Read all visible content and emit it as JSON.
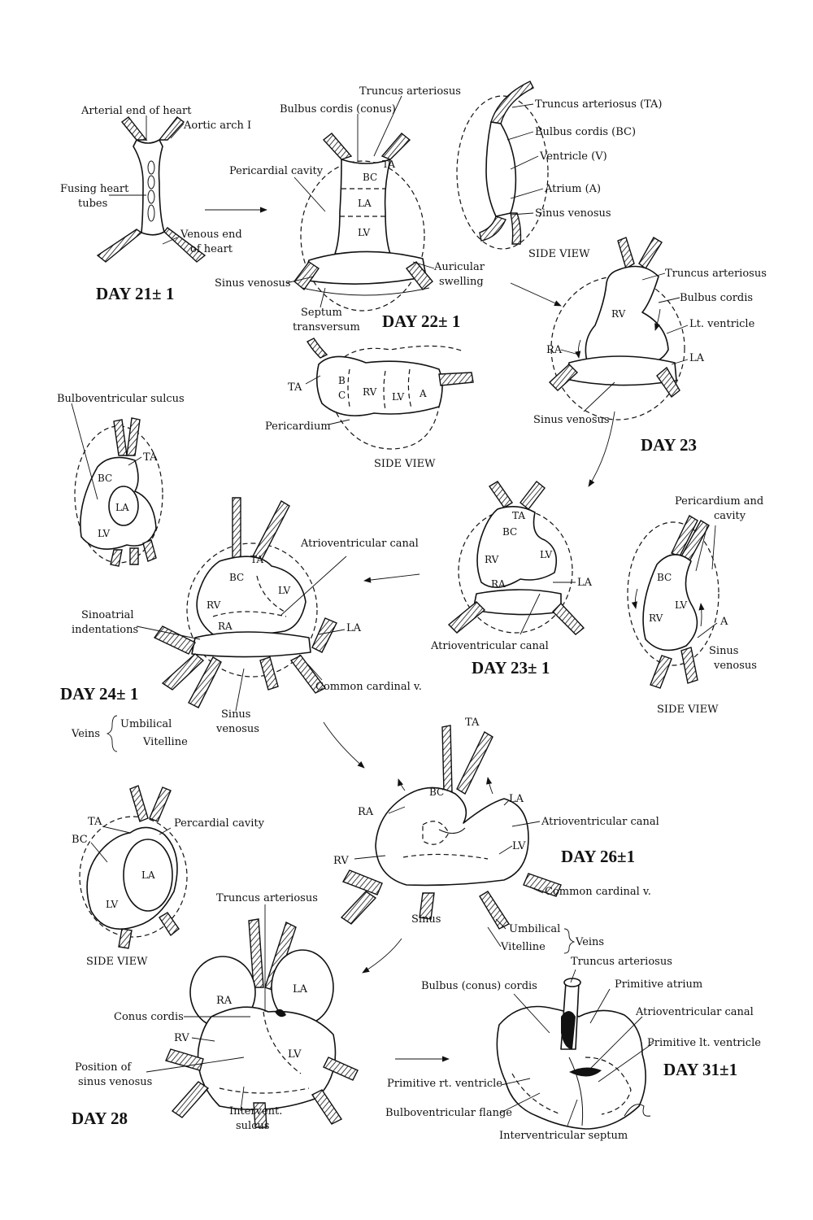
{
  "panels": {
    "day21": {
      "title": "DAY 21± 1",
      "labels": {
        "arterial_end": "Arterial end of heart",
        "aortic_arch": "Aortic arch I",
        "fusing_1": "Fusing heart",
        "fusing_2": "tubes",
        "venous_1": "Venous end",
        "venous_2": "of heart"
      }
    },
    "day22": {
      "title": "DAY 22± 1",
      "labels": {
        "truncus": "Truncus arteriosus",
        "bulbus": "Bulbus cordis (conus)",
        "pericardial_cavity": "Pericardial cavity",
        "ta": "TA",
        "bc": "BC",
        "la": "LA",
        "lv": "LV",
        "sinus": "Sinus venosus",
        "auricular_1": "Auricular",
        "auricular_2": "swelling",
        "septum_1": "Septum",
        "septum_2": "transversum"
      }
    },
    "side_view_1": {
      "caption": "SIDE VIEW",
      "labels": {
        "ta": "Truncus arteriosus (TA)",
        "bc": "Bulbus cordis (BC)",
        "v": "Ventricle (V)",
        "a": "Atrium (A)",
        "sv": "Sinus venosus"
      }
    },
    "side_view_2": {
      "caption": "SIDE VIEW",
      "labels": {
        "ta": "TA",
        "b": "B",
        "c": "C",
        "rv": "RV",
        "lv": "LV",
        "a": "A",
        "pericardium": "Pericardium"
      }
    },
    "day23": {
      "title": "DAY 23",
      "labels": {
        "truncus": "Truncus arteriosus",
        "bulbus": "Bulbus cordis",
        "ltv": "Lt. ventricle",
        "rv": "RV",
        "ra": "RA",
        "la": "LA",
        "sinus": "Sinus venosus"
      }
    },
    "bulboventricular": {
      "labels": {
        "sulcus": "Bulboventricular sulcus",
        "ta": "TA",
        "bc": "BC",
        "la": "LA",
        "lv": "LV"
      }
    },
    "day24": {
      "title": "DAY 24± 1",
      "labels": {
        "av_canal": "Atrioventricular canal",
        "sino_1": "Sinoatrial",
        "sino_2": "indentations",
        "ta": "TA",
        "bc": "BC",
        "lv": "LV",
        "rv": "RV",
        "ra": "RA",
        "la": "LA",
        "ccv": "Common cardinal v.",
        "veins": "Veins",
        "umbilical": "Umbilical",
        "vitelline": "Vitelline",
        "sinus_1": "Sinus",
        "sinus_2": "venosus"
      }
    },
    "day23b": {
      "title": "DAY 23± 1",
      "labels": {
        "ta": "TA",
        "bc": "BC",
        "rv": "RV",
        "lv": "LV",
        "ra": "RA",
        "la": "LA",
        "av_canal": "Atrioventricular canal"
      }
    },
    "side_view_3": {
      "caption": "SIDE VIEW",
      "labels": {
        "peri_1": "Pericardium and",
        "peri_2": "cavity",
        "bc": "BC",
        "lv": "LV",
        "rv": "RV",
        "a": "A",
        "sinus_1": "Sinus",
        "sinus_2": "venosus"
      }
    },
    "day26": {
      "title": "DAY 26±1",
      "labels": {
        "ta": "TA",
        "bc": "BC",
        "ra": "RA",
        "la": "LA",
        "rv": "RV",
        "lv": "LV",
        "av_canal": "Atrioventricular canal",
        "ccv": "Common cardinal v.",
        "sinus": "Sinus",
        "umbilical": "Umbilical",
        "vitelline": "Vitelline",
        "veins": "Veins"
      }
    },
    "side_view_4": {
      "caption": "SIDE VIEW",
      "labels": {
        "ta": "TA",
        "bc": "BC",
        "peri": "Percardial cavity",
        "la": "LA",
        "lv": "LV"
      }
    },
    "day28": {
      "title": "DAY 28",
      "labels": {
        "truncus": "Truncus arteriosus",
        "ra": "RA",
        "la": "LA",
        "conus": "Conus cordis",
        "rv": "RV",
        "lv": "LV",
        "pos_1": "Position of",
        "pos_2": "sinus venosus",
        "intervent_1": "Intervent.",
        "intervent_2": "sulcus"
      }
    },
    "day31": {
      "title": "DAY 31±1",
      "labels": {
        "truncus": "Truncus arteriosus",
        "bulbus": "Bulbus (conus) cordis",
        "prim_atrium": "Primitive atrium",
        "av_canal": "Atrioventricular canal",
        "prim_lv": "Primitive lt. ventricle",
        "prim_rv": "Primitive rt. ventricle",
        "flange": "Bulboventricular flange",
        "septum": "Interventricular septum"
      }
    }
  }
}
